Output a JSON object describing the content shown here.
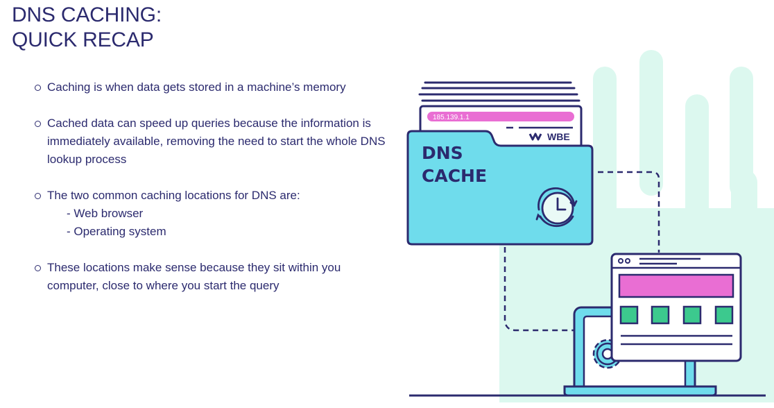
{
  "title": {
    "line1": "DNS CACHING:",
    "line2": "QUICK RECAP"
  },
  "bullets": [
    {
      "text": "Caching is when data gets stored in a machine’s memory",
      "sub": []
    },
    {
      "text": "Cached data can speed up queries because the information is immediately available, removing the need to start the whole DNS lookup process",
      "sub": []
    },
    {
      "text": "The two common caching locations for DNS are:",
      "sub": [
        "- Web browser",
        "- Operating system"
      ]
    },
    {
      "text": "These locations make sense because they sit within you computer, close to where you start the query",
      "sub": []
    }
  ],
  "illustration": {
    "ip_label": "185.139.1.1",
    "logo_text": "WBE",
    "folder_line1": "DNS",
    "folder_line2": "CACHE",
    "icons": [
      "clock-icon",
      "gear-icon",
      "laptop-icon",
      "browser-window-icon",
      "folder-icon",
      "wbe-logo-icon"
    ]
  },
  "colors": {
    "text": "#2b2a6e",
    "folder": "#6fdcec",
    "mint": "#d9f7ee",
    "pink": "#e96ed3",
    "green": "#3cc98e",
    "outline": "#2b2a6e"
  }
}
